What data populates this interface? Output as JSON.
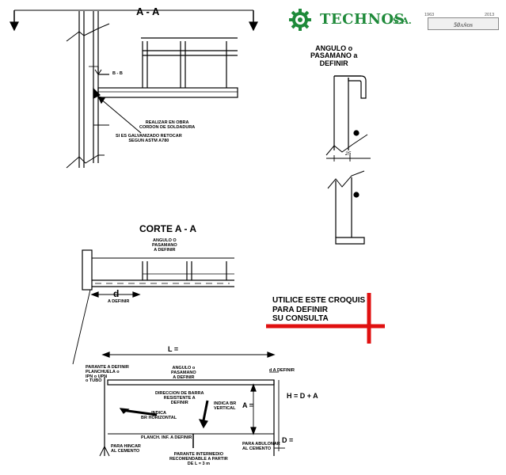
{
  "header": {
    "section_title": "A - A"
  },
  "logo": {
    "brand": "TECHNOS",
    "suffix": "S.A.",
    "year_start": "1963",
    "year_end": "2013",
    "anniversary": "50",
    "anniversary_suffix": "AÑOS",
    "brand_color": "#1f8a3a"
  },
  "detail_aa": {
    "section_mark": "B - B",
    "weld_note": [
      "REALIZAR EN OBRA",
      "CORDON DE SOLDADURA"
    ],
    "galv_note": [
      "SI ES GALVANIZADO RETOCAR",
      "SEGUN ASTM A780"
    ]
  },
  "profile": {
    "title": [
      "ANGULO o",
      "PASAMANO a",
      "DEFINIR"
    ],
    "dimension": "25"
  },
  "corte": {
    "title": "CORTE  A - A",
    "angle_label": [
      "ANGULO O",
      "PASAMANO",
      "A DEFINIR"
    ],
    "d_label": "d",
    "d_sub": "A DEFINIR"
  },
  "callout": {
    "lines": [
      "UTILICE ESTE CROQUIS",
      "PARA DEFINIR",
      "SU CONSULTA"
    ],
    "accent_color": "#e01010"
  },
  "elevation": {
    "L_label": "L =",
    "parante_note": [
      "PARANTE A DEFINIR",
      "PLANCHUELA o",
      "IPN o UPN",
      "o TUBO"
    ],
    "angle_note": [
      "ANGULO o",
      "PASAMANO",
      "A DEFINIR"
    ],
    "d_note": "d   A DEFINIR",
    "H_label": "H = D + A",
    "A_label": "A =",
    "D_label": "D =",
    "direction_note": [
      "DIRECCION DE BARRA",
      "RESISTENTE  A",
      "DEFINIR"
    ],
    "horizontal_note": [
      "INDICA",
      "BR HORIZONTAL"
    ],
    "vertical_note": [
      "INDICA BR",
      "VERTICAL"
    ],
    "planch_note": "PLANCH. INF.  A DEFINIR",
    "hincar_note": [
      "PARA HINCAR",
      "AL CEMENTO"
    ],
    "abulonar_note": [
      "PARA ABULONAR",
      "AL CEMENTO"
    ],
    "intermedio_note": [
      "PARANTE INTERMEDIO",
      "RECOMENDABLE A PARTIR",
      "DE    L = 3 m"
    ]
  }
}
